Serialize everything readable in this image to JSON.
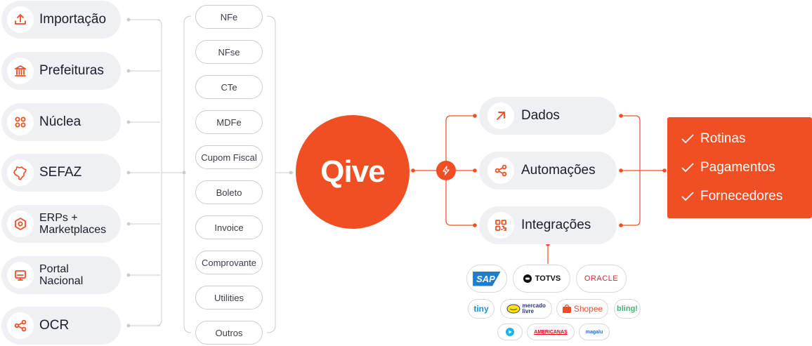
{
  "sources": [
    {
      "label": "Importação",
      "icon": "upload-icon"
    },
    {
      "label": "Prefeituras",
      "icon": "bank-icon"
    },
    {
      "label": "Núclea",
      "icon": "four-circles-icon"
    },
    {
      "label": "SEFAZ",
      "icon": "brazil-map-icon"
    },
    {
      "label_line1": "ERPs +",
      "label_line2": "Marketplaces",
      "icon": "hexagon-icon"
    },
    {
      "label_line1": "Portal",
      "label_line2": "Nacional",
      "icon": "monitor-icon"
    },
    {
      "label": "OCR",
      "icon": "share-icon"
    }
  ],
  "documents": [
    "NFe",
    "NFse",
    "CTe",
    "MDFe",
    "Cupom Fiscal",
    "Boleto",
    "Invoice",
    "Comprovante",
    "Utilities",
    "Outros"
  ],
  "hub": {
    "brand": "Qive",
    "center_icon": "lightning-icon"
  },
  "actions": [
    {
      "label": "Dados",
      "icon": "arrow-up-right-icon"
    },
    {
      "label": "Automações",
      "icon": "share-icon"
    },
    {
      "label": "Integrações",
      "icon": "grid-icon"
    }
  ],
  "results": {
    "items": [
      "Rotinas",
      "Pagamentos",
      "Fornecedores"
    ],
    "icon": "check-icon"
  },
  "partners": {
    "row1": [
      "SAP",
      "TOTVS",
      "ORACLE"
    ],
    "row2": [
      "tiny",
      "mercado livre",
      "Shopee",
      "bling!"
    ],
    "row3": [
      "AMERICANAS",
      "magalu"
    ]
  },
  "colors": {
    "accent": "#f04e23",
    "pill_bg": "#eff0f3",
    "line": "#c9ccd3",
    "text": "#1d1d2b"
  }
}
